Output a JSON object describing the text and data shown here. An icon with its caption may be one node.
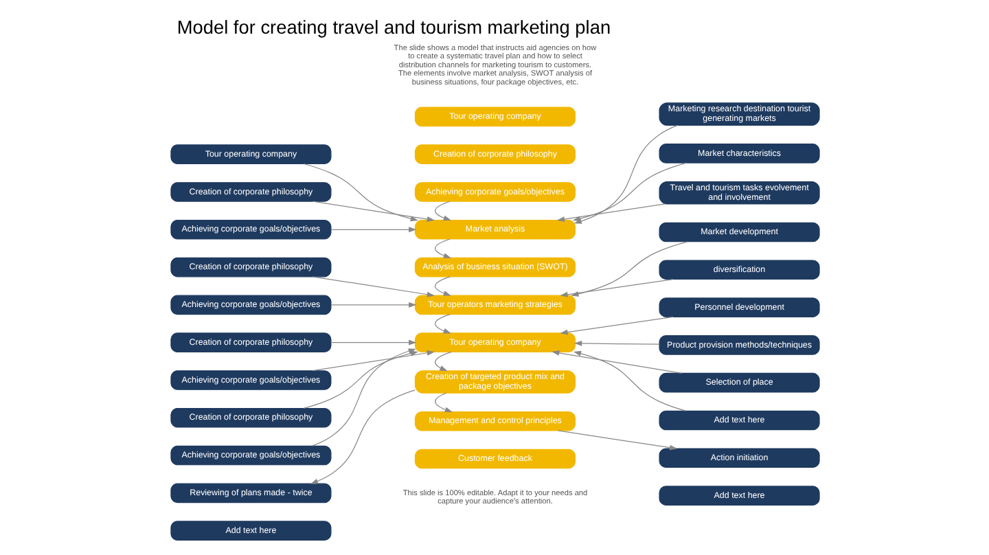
{
  "diagram": {
    "title": "Model for creating travel and tourism marketing plan",
    "nodes": [
      {
        "text": [
          "Tour operating company"
        ]
      },
      {
        "text": [
          "Creation of corporate philosophy"
        ]
      },
      {
        "text": [
          "Achieving corporate goals/objectives"
        ]
      },
      {
        "text": [
          "Market analysis"
        ]
      },
      {
        "text": [
          "Analysis of business situation (SWOT)"
        ]
      },
      {
        "text": [
          "Tour operators marketing strategies"
        ]
      },
      {
        "text": [
          "Tour operating company"
        ]
      },
      {
        "text": [
          "Creation of targeted product mix and package objectives"
        ]
      },
      {
        "text": [
          "Management and control principles"
        ]
      },
      {
        "text": [
          "Customer feedback"
        ]
      },
      {
        "text": [
          "Tour operating company"
        ]
      },
      {
        "text": [
          "Creation of corporate philosophy"
        ]
      },
      {
        "text": [
          "Achieving corporate goals/objectives"
        ]
      },
      {
        "text": [
          "Creation of corporate philosophy"
        ]
      },
      {
        "text": [
          "Achieving corporate goals/objectives"
        ]
      },
      {
        "text": [
          "Creation of corporate philosophy"
        ]
      },
      {
        "text": [
          "Achieving corporate goals/objectives"
        ]
      },
      {
        "text": [
          "Creation of corporate philosophy"
        ]
      },
      {
        "text": [
          "Achieving corporate goals/objectives"
        ]
      },
      {
        "text": [
          "Reviewing of plans made - twice"
        ]
      },
      {
        "text": [
          "Add text here"
        ]
      },
      {
        "text": [
          "Marketing research destination tourist generating markets"
        ]
      },
      {
        "text": [
          "Market characteristics"
        ]
      },
      {
        "text": [
          "Travel and tourism tasks evolvement and involvement"
        ]
      },
      {
        "text": [
          "Market development"
        ]
      },
      {
        "text": [
          "diversification"
        ]
      },
      {
        "text": [
          "Personnel development"
        ]
      },
      {
        "text": [
          "Product provision methods/techniques"
        ]
      },
      {
        "text": [
          "Selection of place"
        ]
      },
      {
        "text": [
          "Add text here"
        ]
      },
      {
        "text": [
          "Action initiation"
        ]
      },
      {
        "text": [
          "Add text here"
        ]
      }
    ],
    "edges": [
      {
        "from": 2,
        "to": 3,
        "arrow": "to"
      },
      {
        "from": 3,
        "to": 4,
        "arrow": "to"
      },
      {
        "from": 4,
        "to": 5,
        "arrow": "to"
      },
      {
        "from": 5,
        "to": 6,
        "arrow": "to"
      },
      {
        "from": 6,
        "to": 7,
        "arrow": "to"
      },
      {
        "from": 7,
        "to": 8,
        "arrow": "to"
      },
      {
        "from": 10,
        "to": 3,
        "arrow": "to"
      },
      {
        "from": 11,
        "to": 3,
        "arrow": "to"
      },
      {
        "from": 12,
        "to": 3,
        "arrow": "to"
      },
      {
        "from": 21,
        "to": 3,
        "arrow": "to"
      },
      {
        "from": 22,
        "to": 3,
        "arrow": "to"
      },
      {
        "from": 23,
        "to": 3,
        "arrow": "to"
      },
      {
        "from": 13,
        "to": 5,
        "arrow": "to"
      },
      {
        "from": 14,
        "to": 5,
        "arrow": "to"
      },
      {
        "from": 24,
        "to": 5,
        "arrow": "to"
      },
      {
        "from": 25,
        "to": 5,
        "arrow": "to"
      },
      {
        "from": 15,
        "to": 6,
        "arrow": "to"
      },
      {
        "from": 16,
        "to": 6,
        "arrow": "to"
      },
      {
        "from": 17,
        "to": 6,
        "arrow": "to"
      },
      {
        "from": 18,
        "to": 6,
        "arrow": "to"
      },
      {
        "from": 26,
        "to": 6,
        "arrow": "to"
      },
      {
        "from": 27,
        "to": 6,
        "arrow": "to"
      },
      {
        "from": 28,
        "to": 6,
        "arrow": "to"
      },
      {
        "from": 29,
        "to": 6,
        "arrow": "to"
      },
      {
        "from": 7,
        "to": 19,
        "arrow": "to"
      },
      {
        "from": 8,
        "to": 30,
        "arrow": "to"
      }
    ],
    "labels": [
      "The slide shows a model that instructs aid agencies on how to create a systematic travel plan and how to select distribution channels for marketing tourism to customers. The elements involve market analysis, SWOT analysis of business situations, four package objectives, etc.",
      "This slide is 100% editable. Adapt it to your needs and capture your audience's attention."
    ]
  }
}
